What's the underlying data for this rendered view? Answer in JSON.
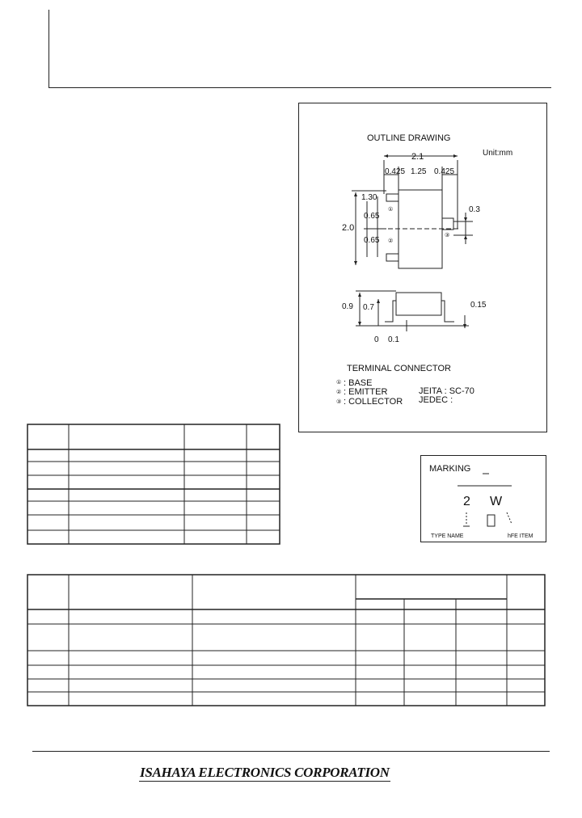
{
  "outline": {
    "title": "OUTLINE  DRAWING",
    "unit": "Unit:mm",
    "dim_total_width": "2.1",
    "dim_left": "0.425",
    "dim_mid": "1.25",
    "dim_right": "0.425",
    "dim_130": "1.30",
    "dim_065a": "0.65",
    "dim_065b": "0.65",
    "dim_20": "2.0",
    "dim_03": "0.3",
    "dim_09": "0.9",
    "dim_07": "0.7",
    "dim_015": "0.15",
    "dim_0": "0",
    "dim_01": "0.1",
    "terminal_title": "TERMINAL  CONNECTOR",
    "pin1": ": BASE",
    "pin2": ": EMITTER",
    "pin3": ": COLLECTOR",
    "jeita": "JEITA : SC-70",
    "jedec": "JEDEC :",
    "pin_labels": [
      "①",
      "②",
      "③"
    ]
  },
  "marking": {
    "title": "MARKING",
    "code_left": "2",
    "code_right": "W",
    "type_label": "TYPE NAME",
    "hfe_label": "hFE ITEM"
  },
  "footer": {
    "company": "ISAHAYA ELECTRONICS CORPORATION"
  }
}
